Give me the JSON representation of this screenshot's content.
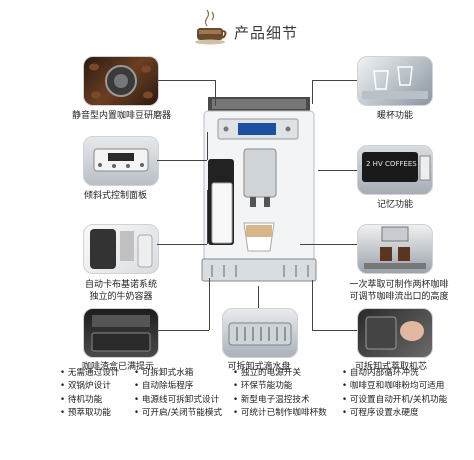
{
  "header": {
    "title": "产品细节"
  },
  "callouts": {
    "grinder": "静音型内置咖啡豆研磨器",
    "panel": "倾斜式控制面板",
    "milk_line1": "自动卡布基诺系统",
    "milk_line2": "独立的牛奶容器",
    "drip_left": "咖啡渣盒已满提示",
    "drip_center": "可拆卸式滴水盘",
    "warm": "暖杯功能",
    "memory": "记忆功能",
    "dual_line1": "一次萃取可制作两杯咖啡",
    "dual_line2": "可调节咖啡流出口的高度",
    "brew_unit": "可拆卸式萃取机芯"
  },
  "display_screen": {
    "line1": "2 HV COFFEES"
  },
  "features": {
    "col1": [
      "无需通过设计",
      "双锅炉设计",
      "待机功能",
      "预萃取功能"
    ],
    "col2": [
      "可拆卸式水箱",
      "自动除垢程序",
      "电源线可拆卸式设计",
      "可开启/关闭节能模式"
    ],
    "col3": [
      "独立的电源开关",
      "环保节能功能",
      "新型电子温控技术",
      "可统计已制作咖啡杯数"
    ],
    "col4": [
      "自动内部循环冲洗",
      "咖啡豆和咖啡粉均可适用",
      "可设置自动开机/关机功能",
      "可程序设置水硬度"
    ]
  },
  "colors": {
    "accent": "#2a2a2a",
    "screen": "#1b4fa0"
  }
}
